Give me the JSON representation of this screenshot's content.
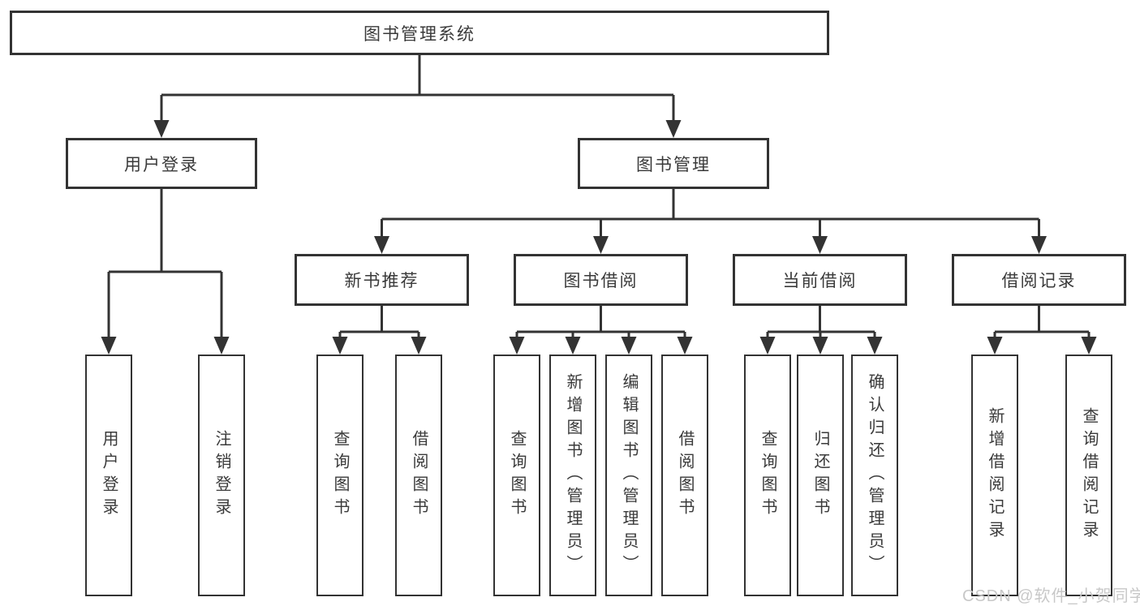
{
  "diagram_title": "图书管理系统",
  "tree": {
    "root": "图书管理系统",
    "level2": [
      {
        "label": "用户登录",
        "leaves": [
          "用户登录",
          "注销登录"
        ]
      },
      {
        "label": "图书管理",
        "children": [
          {
            "label": "新书推荐",
            "leaves": [
              "查询图书",
              "借阅图书"
            ]
          },
          {
            "label": "图书借阅",
            "leaves": [
              "查询图书",
              "新增图书（管理员）",
              "编辑图书（管理员）",
              "借阅图书"
            ]
          },
          {
            "label": "当前借阅",
            "leaves": [
              "查询图书",
              "归还图书",
              "确认归还（管理员）"
            ]
          },
          {
            "label": "借阅记录",
            "leaves": [
              "新增借阅记录",
              "查询借阅记录"
            ]
          }
        ]
      }
    ]
  },
  "watermark": "CSDN @软件_小贺同学",
  "colors": {
    "line": "#333333",
    "box_border": "#333333",
    "text": "#3a3a3a",
    "watermark": "#c8c8c8",
    "background": "#ffffff"
  }
}
